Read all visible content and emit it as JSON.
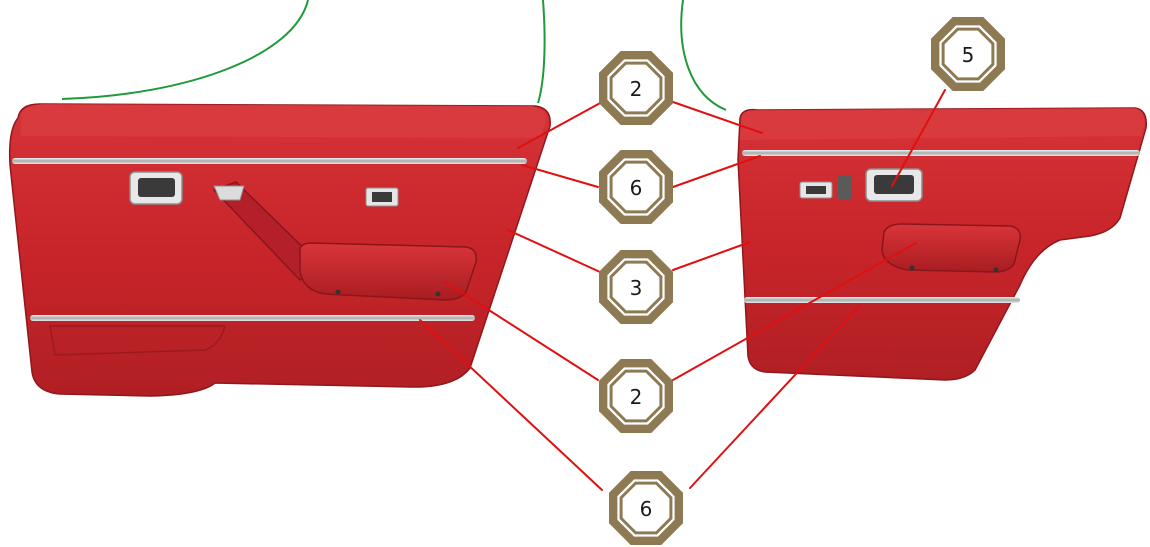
{
  "colors": {
    "panel_red": "#c8252a",
    "panel_red_dark": "#9c1b1f",
    "panel_red_light": "#dc3a3e",
    "chrome": "#d7d7d7",
    "leader_line": "#e01010",
    "leader_curve": "#1f9a3a",
    "badge_outer": "#8e7a52",
    "badge_inner": "#ffffff",
    "badge_text": "#1a1a1a"
  },
  "callouts": [
    {
      "label": "2"
    },
    {
      "label": "6"
    },
    {
      "label": "3"
    },
    {
      "label": "2"
    },
    {
      "label": "6"
    },
    {
      "label": "5"
    }
  ]
}
